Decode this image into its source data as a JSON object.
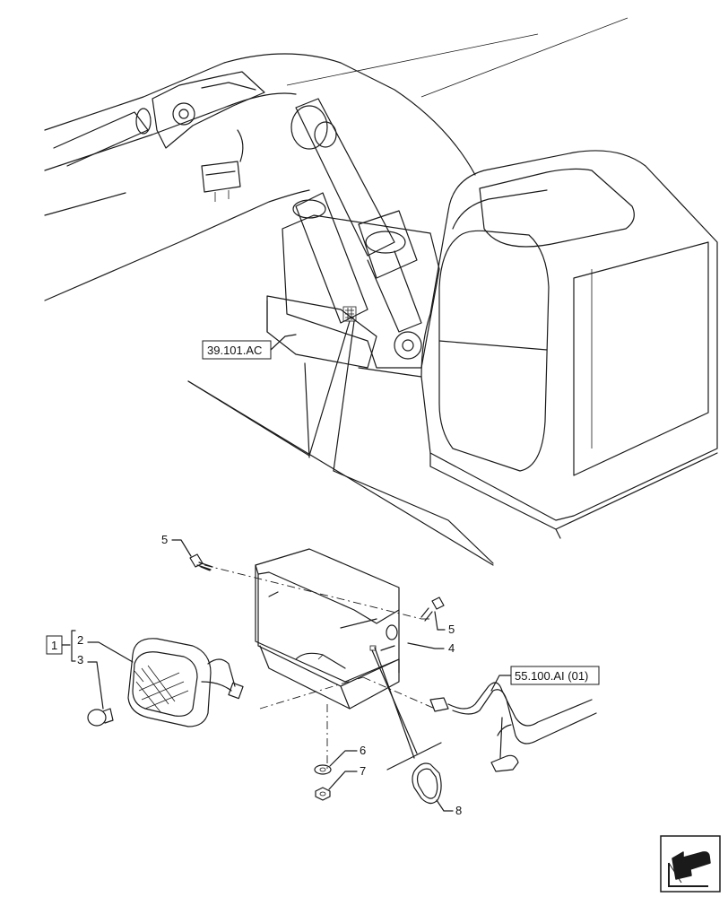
{
  "references": {
    "ref_top": "39.101.AC",
    "ref_harness": "55.100.AI (01)"
  },
  "callouts": {
    "group": "1",
    "c2": "2",
    "c3": "3",
    "c4": "4",
    "c5a": "5",
    "c5b": "5",
    "c6": "6",
    "c7": "7",
    "c8": "8"
  },
  "icons": {
    "nav": "next-page-arrow-icon"
  }
}
